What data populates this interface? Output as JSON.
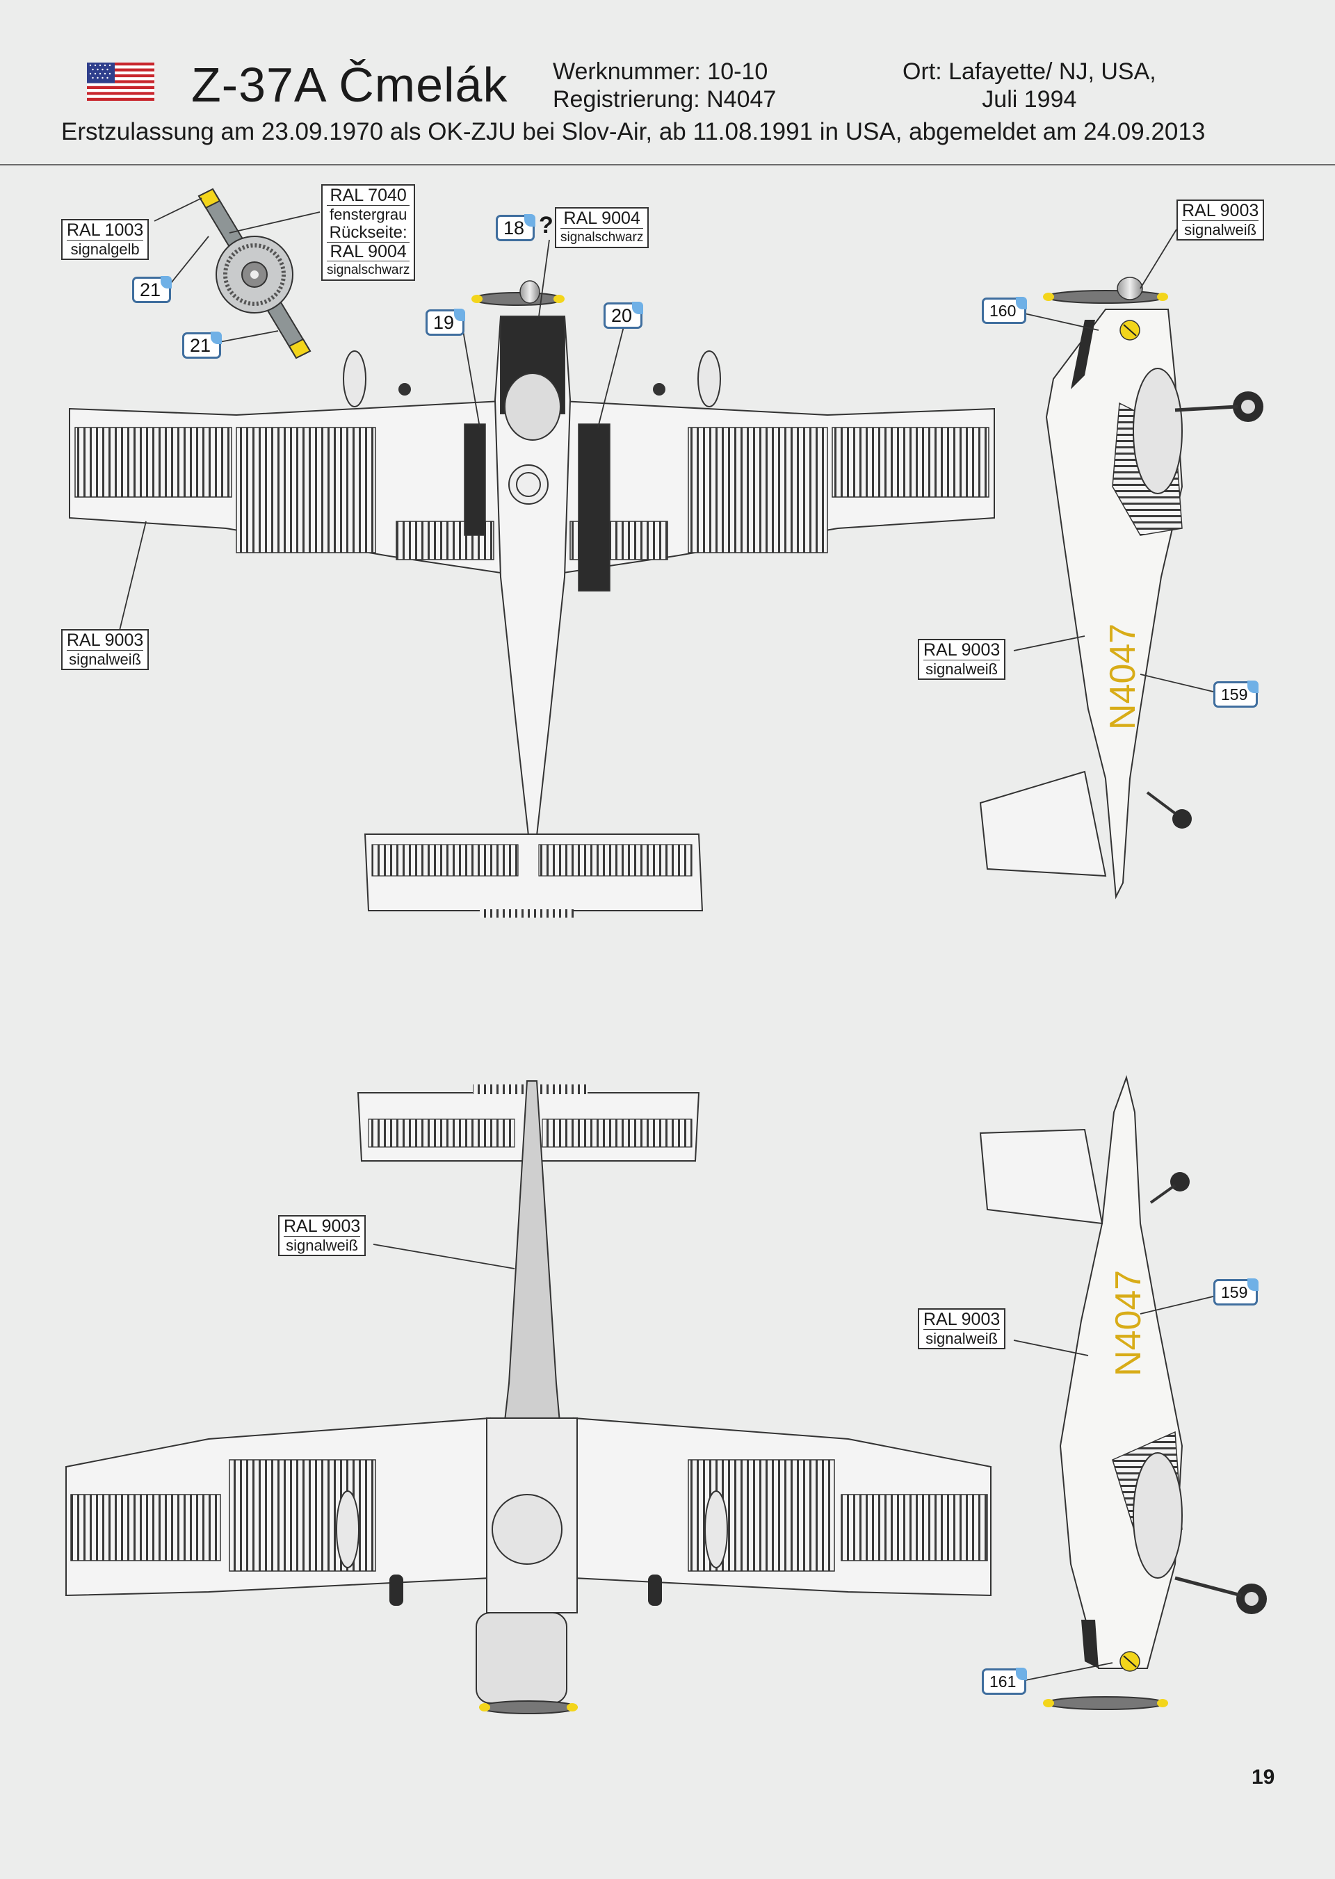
{
  "header": {
    "title": "Z-37A Čmelák",
    "werknummer": "Werknummer: 10-10",
    "registrierung": "Registrierung: N4047",
    "ort_line1": "Ort: Lafayette/ NJ, USA,",
    "ort_line2": "Juli 1994",
    "history": "Erstzulassung am 23.09.1970 als OK-ZJU bei Slov-Air, ab 11.08.1991 in USA, abgemeldet am 24.09.2013"
  },
  "colors": {
    "signalgelb": "#f3d51b",
    "fenstergrau": "#8e9596",
    "signalschwarz": "#2a2a2a",
    "signalweiss": "#f6f6f4",
    "registration_yellow": "#d8ac17",
    "decal_tag_border": "#3f6e9e",
    "decal_tag_corner": "#6fb0e6"
  },
  "labels": {
    "ral1003": {
      "code": "RAL 1003",
      "name": "signalgelb"
    },
    "ral7040": {
      "code": "RAL 7040",
      "name": "fenstergrau",
      "note": "Rückseite:"
    },
    "ral9004_prop": {
      "code": "RAL 9004",
      "name": "signalschwarz"
    },
    "ral9004_top": {
      "code": "RAL 9004",
      "name": "signalschwarz"
    },
    "ral9003_side": {
      "code": "RAL 9003",
      "name": "signalweiß"
    },
    "ral9003_wing": {
      "code": "RAL 9003",
      "name": "signalweiß"
    },
    "ral9003_side_fus": {
      "code": "RAL 9003",
      "name": "signalweiß"
    },
    "ral9003_bottom": {
      "code": "RAL 9003",
      "name": "signalweiß"
    },
    "ral9003_side2": {
      "code": "RAL 9003",
      "name": "signalweiß"
    }
  },
  "decals": {
    "d18": "18",
    "d21a": "21",
    "d21b": "21",
    "d19": "19",
    "d20": "20",
    "d160": "160",
    "d159a": "159",
    "d159b": "159",
    "d161": "161"
  },
  "question_mark": "?",
  "registration_mark": "N4047",
  "page_number": "19"
}
